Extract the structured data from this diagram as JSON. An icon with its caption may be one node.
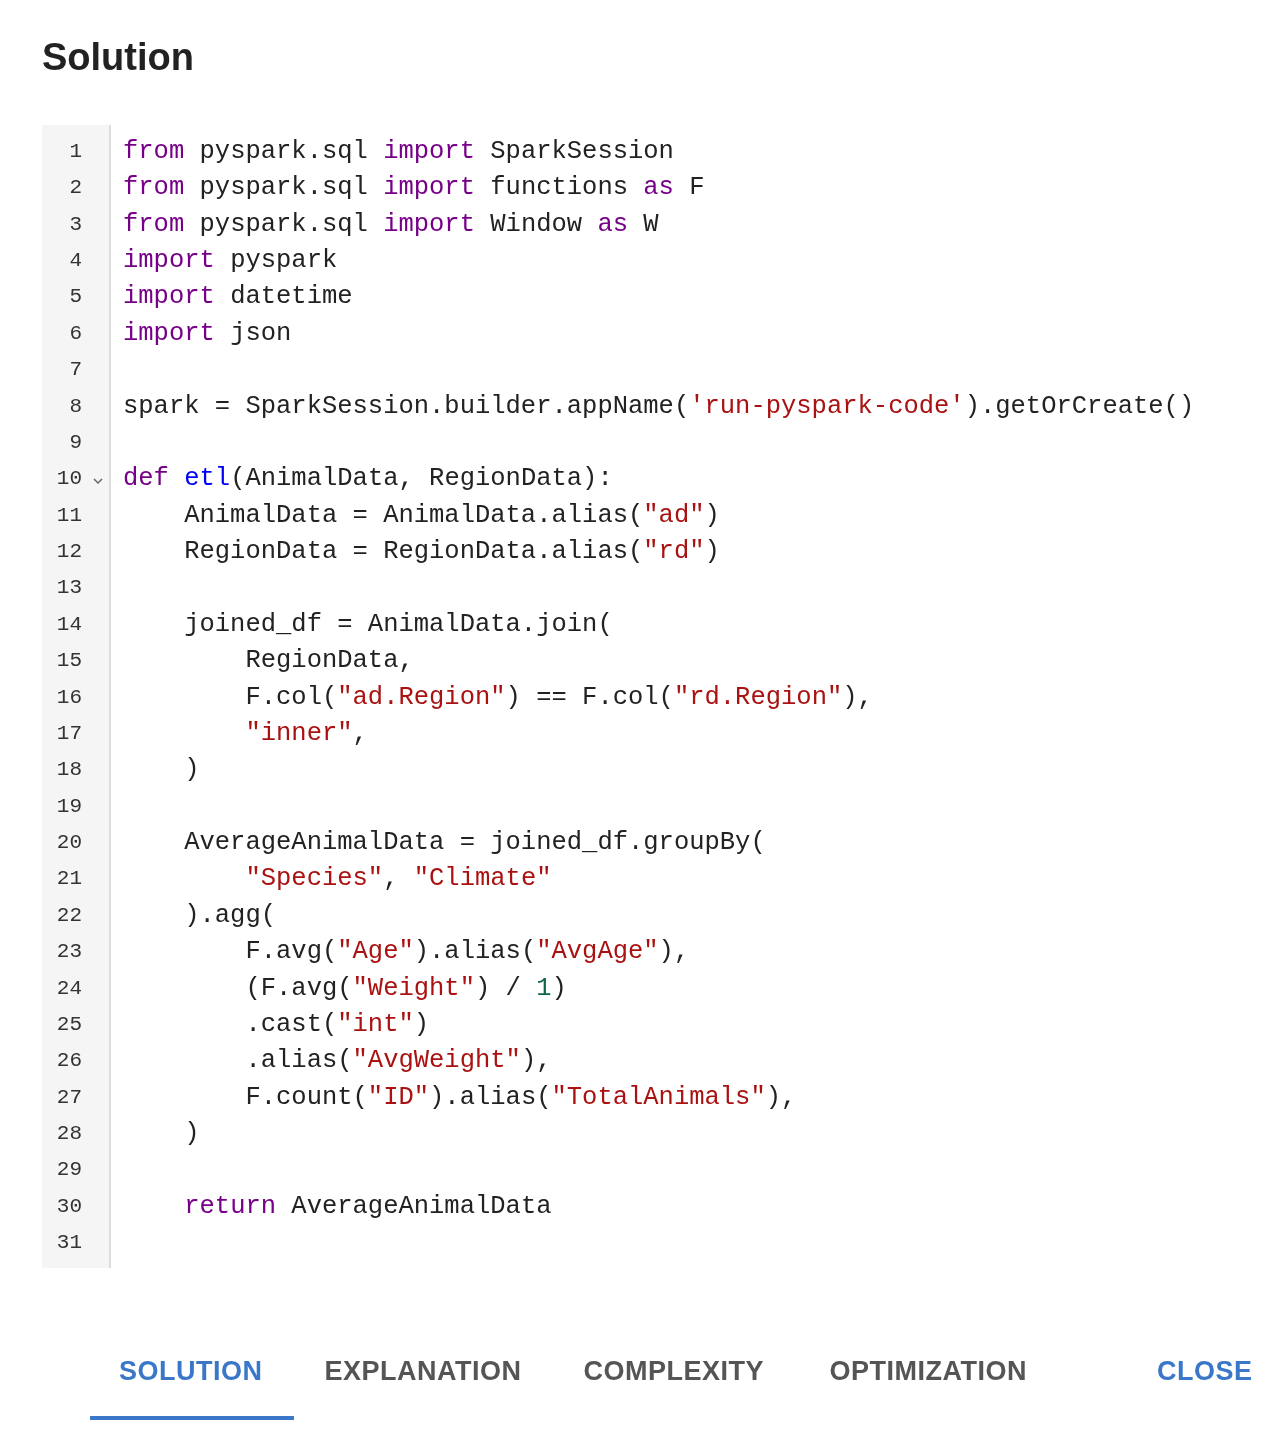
{
  "diagram": {
    "title": "Solution",
    "labels": [
      "1",
      "2",
      "3",
      "4",
      "5",
      "6",
      "7",
      "8",
      "9",
      "10",
      "11",
      "12",
      "13",
      "14",
      "15",
      "16",
      "17",
      "18",
      "19",
      "20",
      "21",
      "22",
      "23",
      "24",
      "25",
      "26",
      "27",
      "28",
      "29",
      "30",
      "31",
      "from pyspark.sql import SparkSession",
      "from pyspark.sql import functions as F",
      "from pyspark.sql import Window as W",
      "import pyspark",
      "import datetime",
      "import json",
      "spark = SparkSession.builder.appName('run-pyspark-code').getOrCreate()",
      "def etl(AnimalData, RegionData):",
      "    AnimalData = AnimalData.alias(\"ad\")",
      "    RegionData = RegionData.alias(\"rd\")",
      "    joined_df = AnimalData.join(",
      "        RegionData,",
      "        F.col(\"ad.Region\") == F.col(\"rd.Region\"),",
      "        \"inner\",",
      "    )",
      "    AverageAnimalData = joined_df.groupBy(",
      "        \"Species\", \"Climate\"",
      "    ).agg(",
      "        F.avg(\"Age\").alias(\"AvgAge\"),",
      "        (F.avg(\"Weight\") / 1)",
      "        .cast(\"int\")",
      "        .alias(\"AvgWeight\"),",
      "        F.count(\"ID\").alias(\"TotalAnimals\"),",
      "    )",
      "    return AverageAnimalData",
      "SOLUTION",
      "EXPLANATION",
      "COMPLEXITY",
      "OPTIMIZATION",
      "CLOSE"
    ]
  }
}
